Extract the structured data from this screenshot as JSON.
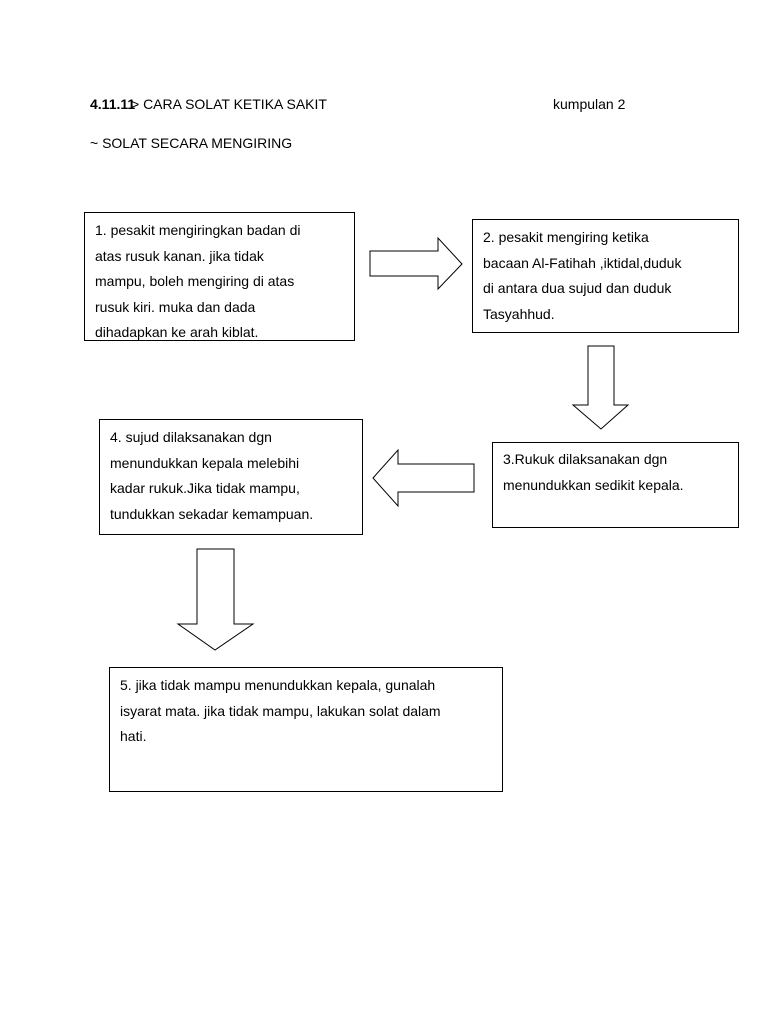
{
  "header": {
    "code": "4.11.11",
    "title": "> CARA SOLAT KETIKA SAKIT",
    "group": "kumpulan 2",
    "subtitle": "~ SOLAT SECARA MENGIRING"
  },
  "steps": [
    {
      "text": "1. pesakit mengiringkan badan di\natas rusuk kanan. jika tidak\nmampu, boleh mengiring di atas\nrusuk kiri. muka dan dada\ndihadapkan ke arah kiblat."
    },
    {
      "text": "2. pesakit mengiring ketika\nbacaan Al-Fatihah ,iktidal,duduk\ndi antara dua sujud dan duduk\nTasyahhud."
    },
    {
      "text": "3.Rukuk dilaksanakan dgn\nmenundukkan sedikit kepala."
    },
    {
      "text": "4. sujud dilaksanakan dgn\nmenundukkan kepala melebihi\nkadar rukuk.Jika tidak mampu,\ntundukkan sekadar kemampuan."
    },
    {
      "text": "5. jika tidak mampu menundukkan kepala, gunalah\nisyarat mata. jika tidak mampu, lakukan solat dalam\nhati."
    }
  ],
  "connectors": [
    {
      "from": 1,
      "to": 2,
      "direction": "right"
    },
    {
      "from": 2,
      "to": 3,
      "direction": "down"
    },
    {
      "from": 3,
      "to": 4,
      "direction": "left"
    },
    {
      "from": 4,
      "to": 5,
      "direction": "down"
    }
  ]
}
